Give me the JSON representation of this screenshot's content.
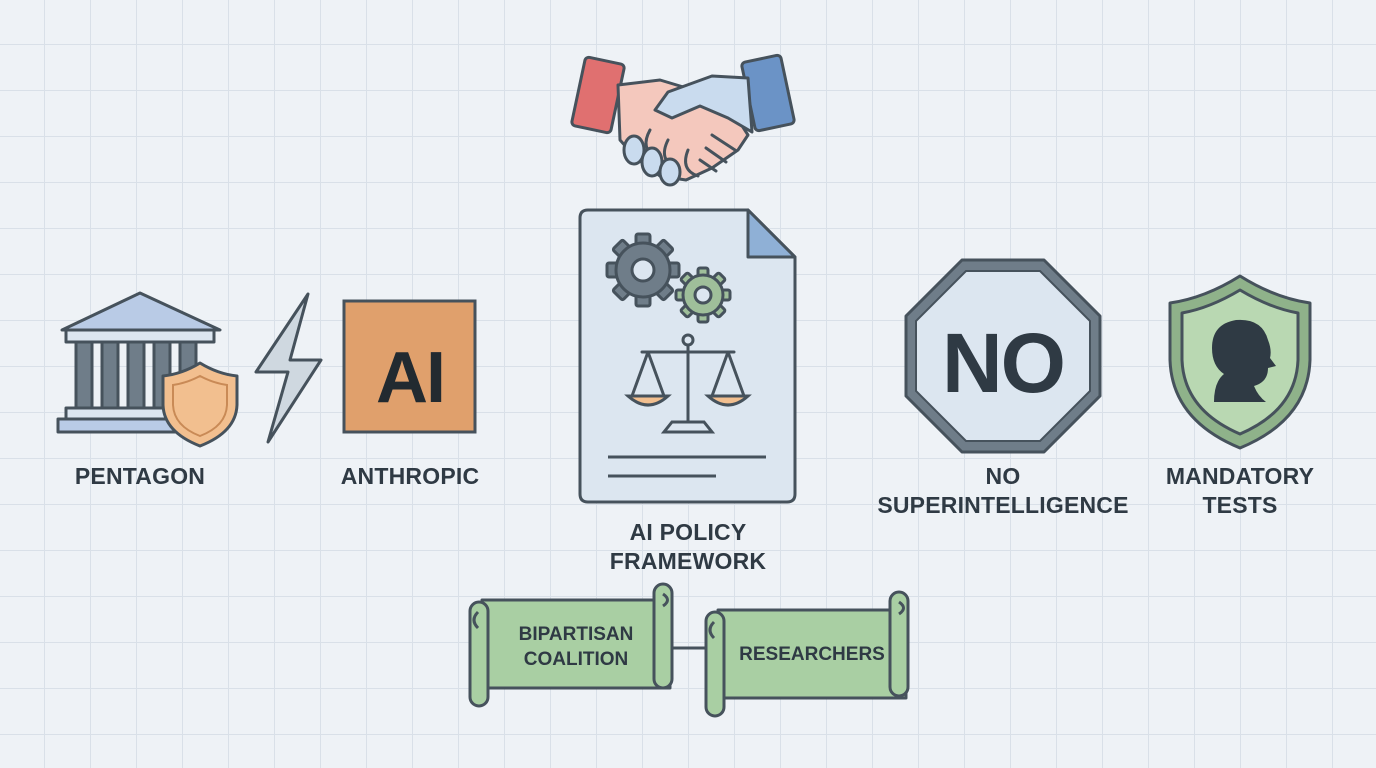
{
  "labels": {
    "pentagon": "PENTAGON",
    "anthropic": "ANTHROPIC",
    "framework": [
      "AI POLICY",
      "FRAMEWORK"
    ],
    "no_superintelligence": [
      "NO",
      "SUPERINTELLIGENCE"
    ],
    "mandatory_tests": [
      "MANDATORY",
      "TESTS"
    ]
  },
  "logo_text": "AI",
  "stop_sign_text": "NO",
  "banners": {
    "coalition": [
      "BIPARTISAN",
      "COALITION"
    ],
    "researchers": "RESEARCHERS"
  },
  "icons": [
    "handshake-icon",
    "government-building-icon",
    "shield-icon",
    "lightning-icon",
    "ai-logo-icon",
    "document-icon",
    "gear-icon",
    "scales-icon",
    "stop-sign-icon",
    "child-shield-icon",
    "scroll-banner-icon"
  ],
  "colors": {
    "outline": "#46525c",
    "text": "#2f3a44",
    "paper": "#dce6f0",
    "orange": "#e0a06c",
    "green": "#a9cfa3",
    "red_cuff": "#e07070",
    "blue_cuff": "#6b93c6"
  }
}
